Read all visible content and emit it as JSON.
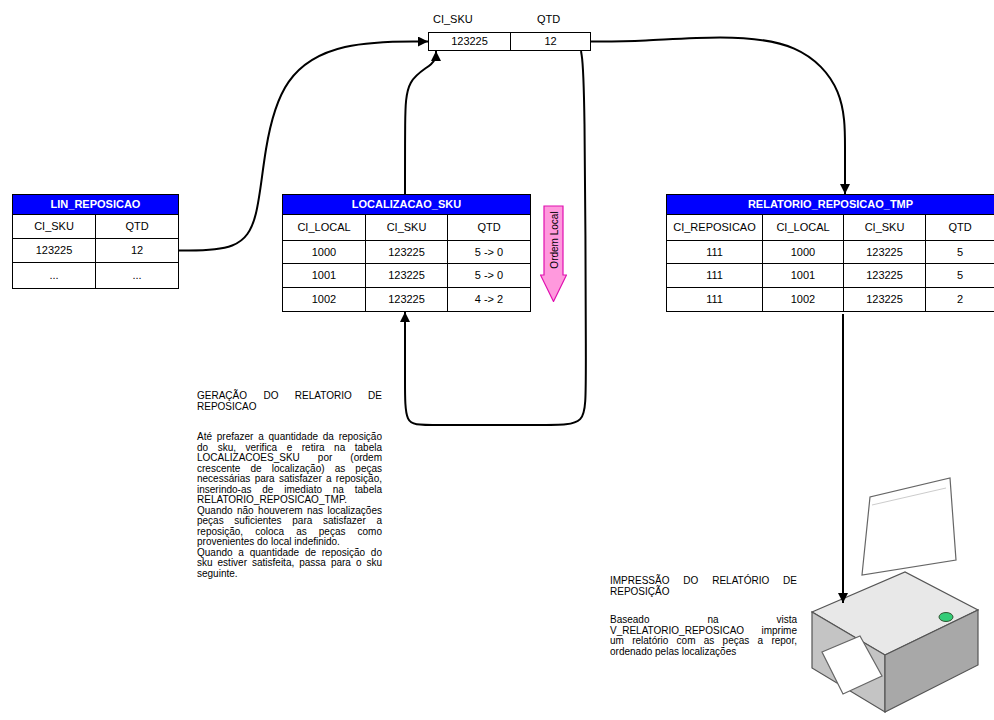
{
  "diagram": {
    "nodes": [
      {
        "text": [
          "CI_SKU",
          "QTD",
          "123225",
          "12"
        ]
      },
      {
        "text": [
          "LIN_REPOSICAO",
          "CI_SKU",
          "QTD",
          "123225",
          "12",
          "...",
          "..."
        ]
      },
      {
        "text": [
          "LOCALIZACAO_SKU",
          "CI_LOCAL",
          "CI_SKU",
          "QTD",
          "1000",
          "123225",
          "5 -> 0",
          "1001",
          "123225",
          "5 -> 0",
          "1002",
          "123225",
          "4 -> 2"
        ]
      },
      {
        "text": [
          "Ordem Local"
        ]
      },
      {
        "text": [
          "RELATORIO_REPOSICAO_TMP",
          "CI_REPOSICAO",
          "CI_LOCAL",
          "CI_SKU",
          "QTD",
          "111",
          "1000",
          "123225",
          "5",
          "111",
          "1001",
          "123225",
          "5",
          "111",
          "1002",
          "123225",
          "2"
        ]
      }
    ],
    "edges": [
      {
        "from": 1,
        "to": 0,
        "arrow": "to"
      },
      {
        "from": 0,
        "to": 2,
        "arrow": "to"
      },
      {
        "from": 2,
        "to": 0,
        "arrow": "to"
      },
      {
        "from": 0,
        "to": 4,
        "arrow": "to"
      }
    ],
    "labels": [
      "GERAÇÃO DO RELATORIO DE REPOSICAO",
      "Até prefazer a quantidade da reposição do sku, verifica e retira na tabela LOCALIZACOES_SKU por (ordem crescente de localização) as peças necessárias para satisfazer a reposição, inserindo-as de imediato na tabela RELATORIO_REPOSICAO_TMP.",
      "Quando não houverem nas localizações peças suficientes para satisfazer a reposição, coloca as peças como provenientes do local indefinido.",
      "Quando a quantidade de reposição do sku estiver satisfeita, passa para o sku seguinte.",
      "IMPRESSÃO DO RELATÓRIO DE REPOSIÇÃO",
      "Baseado na vista V_RELATORIO_REPOSICAO imprime um relatório com as peças a repor, ordenado pelas localizações"
    ]
  }
}
